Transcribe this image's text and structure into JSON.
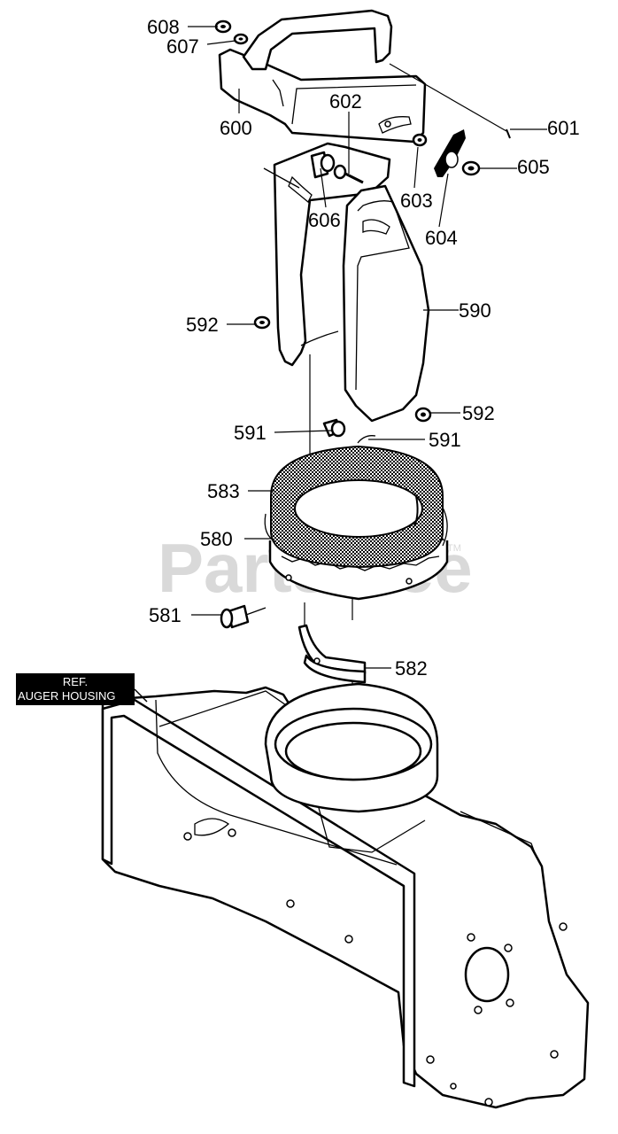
{
  "watermark": {
    "text": "PartsTree",
    "tm": "TM"
  },
  "reference": {
    "line1": "REF.",
    "line2": "AUGER HOUSING"
  },
  "callouts": [
    {
      "id": "608",
      "text": "608"
    },
    {
      "id": "607",
      "text": "607"
    },
    {
      "id": "600",
      "text": "600"
    },
    {
      "id": "602",
      "text": "602"
    },
    {
      "id": "601",
      "text": "601"
    },
    {
      "id": "603",
      "text": "603"
    },
    {
      "id": "605",
      "text": "605"
    },
    {
      "id": "606",
      "text": "606"
    },
    {
      "id": "604",
      "text": "604"
    },
    {
      "id": "590",
      "text": "590"
    },
    {
      "id": "592a",
      "text": "592"
    },
    {
      "id": "592b",
      "text": "592"
    },
    {
      "id": "591a",
      "text": "591"
    },
    {
      "id": "591b",
      "text": "591"
    },
    {
      "id": "583",
      "text": "583"
    },
    {
      "id": "580",
      "text": "580"
    },
    {
      "id": "581",
      "text": "581"
    },
    {
      "id": "582",
      "text": "582"
    }
  ]
}
